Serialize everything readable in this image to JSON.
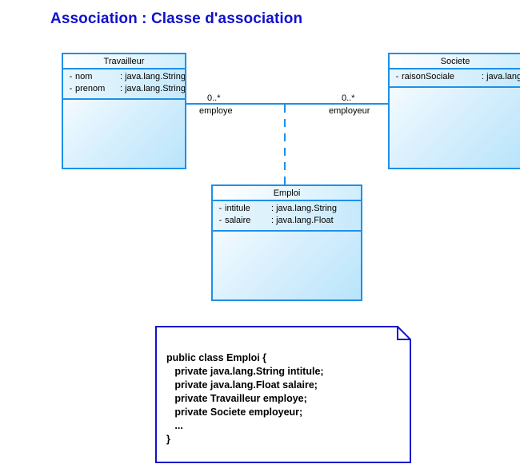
{
  "page": {
    "title": "Association : Classe d'association",
    "title_color": "#1111cc",
    "background": "#ffffff"
  },
  "diagram": {
    "type": "uml-class-diagram",
    "accent_color": "#1e90e8",
    "note_border_color": "#1111cc",
    "classes": [
      {
        "id": "travailleur",
        "name": "Travailleur",
        "attributes": [
          {
            "visibility": "-",
            "name": "nom",
            "type": ": java.lang.String"
          },
          {
            "visibility": "-",
            "name": "prenom",
            "type": ": java.lang.String"
          }
        ],
        "operations": []
      },
      {
        "id": "societe",
        "name": "Societe",
        "attributes": [
          {
            "visibility": "-",
            "name": "raisonSociale",
            "type": ": java.lang.Strin"
          }
        ],
        "operations": []
      },
      {
        "id": "emploi",
        "name": "Emploi",
        "attributes": [
          {
            "visibility": "-",
            "name": "intitule",
            "type": ": java.lang.String"
          },
          {
            "visibility": "-",
            "name": "salaire",
            "type": ": java.lang.Float"
          }
        ],
        "operations": []
      }
    ],
    "association": {
      "from": "Travailleur",
      "to": "Societe",
      "association_class": "Emploi",
      "left_multiplicity": "0..*",
      "left_role": "employe",
      "right_multiplicity": "0..*",
      "right_role": "employeur"
    },
    "note": {
      "code": "public class Emploi {\n   private java.lang.String intitule;\n   private java.lang.Float salaire;\n   private Travailleur employe;\n   private Societe employeur;\n   ...\n}"
    }
  }
}
